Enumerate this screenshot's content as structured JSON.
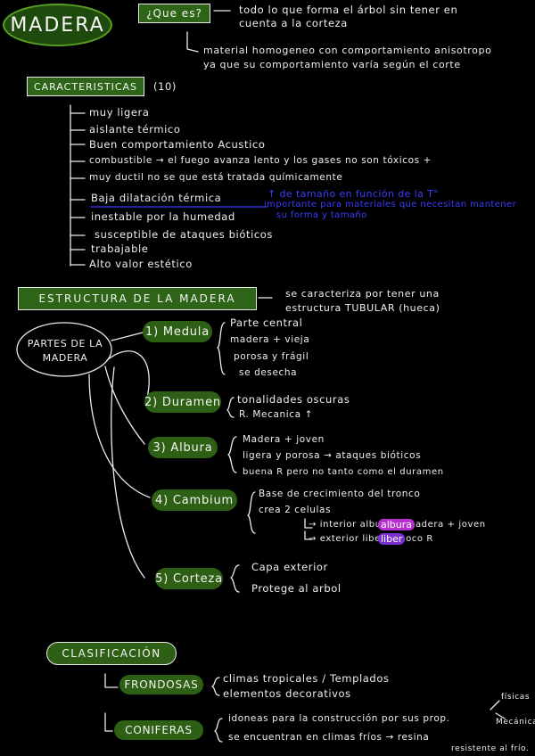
{
  "title": "MADERA",
  "que_es": {
    "label": "¿Que es?",
    "line1": "todo lo que forma el árbol sin tener en",
    "line2": "cuenta a la corteza",
    "line3": "material homogeneo con comportamiento anisotropo",
    "line4": "ya que su comportamiento varía según el corte"
  },
  "caracteristicas": {
    "label": "CARACTERISTICAS",
    "count": "(10)",
    "items": [
      "muy ligera",
      "aislante térmico",
      "Buen comportamiento Acustico",
      "combustible → el fuego avanza lento y los gases no son tóxicos +",
      "muy ductil       no se que está tratada químicamente",
      "Baja dilatación térmica",
      "inestable por la humedad",
      "susceptible de ataques bióticos",
      "trabajable",
      "Alto valor estético"
    ],
    "blue1": "↑ de tamaño en función de la T°",
    "blue2": "importante para materiales que necesitan mantener",
    "blue3": "su forma y tamaño"
  },
  "estructura": {
    "label": "ESTRUCTURA DE LA MADERA",
    "desc1": "se caracteriza por tener una",
    "desc2": "estructura TUBULAR (hueca)",
    "partes": "PARTES DE LA MADERA",
    "parts": [
      {
        "label": "1) Medula",
        "notes": [
          "Parte central",
          "madera + vieja",
          "porosa y frágil",
          "se desecha"
        ]
      },
      {
        "label": "2) Duramen",
        "notes": [
          "tonalidades oscuras",
          "R. Mecanica ↑"
        ]
      },
      {
        "label": "3) Albura",
        "notes": [
          "Madera + joven",
          "ligera y porosa → ataques bióticos",
          "buena R pero no tanto como el duramen"
        ]
      },
      {
        "label": "4) Cambium",
        "notes": [
          "Base de crecimiento del tronco",
          "crea 2 celulas",
          "→ interior albura → madera + joven",
          "→ exterior liber → poco R"
        ]
      },
      {
        "label": "5) Corteza",
        "notes": [
          "Capa exterior",
          "Protege al arbol"
        ]
      }
    ],
    "albura_word": "albura",
    "liber_word": "liber"
  },
  "clasificacion": {
    "label": "CLASIFICACIÓN",
    "frondosas": {
      "label": "FRONDOSAS",
      "notes": [
        "climas tropicales / Templados",
        "elementos decorativos"
      ]
    },
    "coniferas": {
      "label": "CONIFERAS",
      "notes": [
        "idoneas para la construcción por sus prop.",
        "se encuentran en climas fríos → resina"
      ]
    },
    "fisicas": "físicas",
    "mecanicas": "Mecánica",
    "resistente": "resistente al frío."
  }
}
